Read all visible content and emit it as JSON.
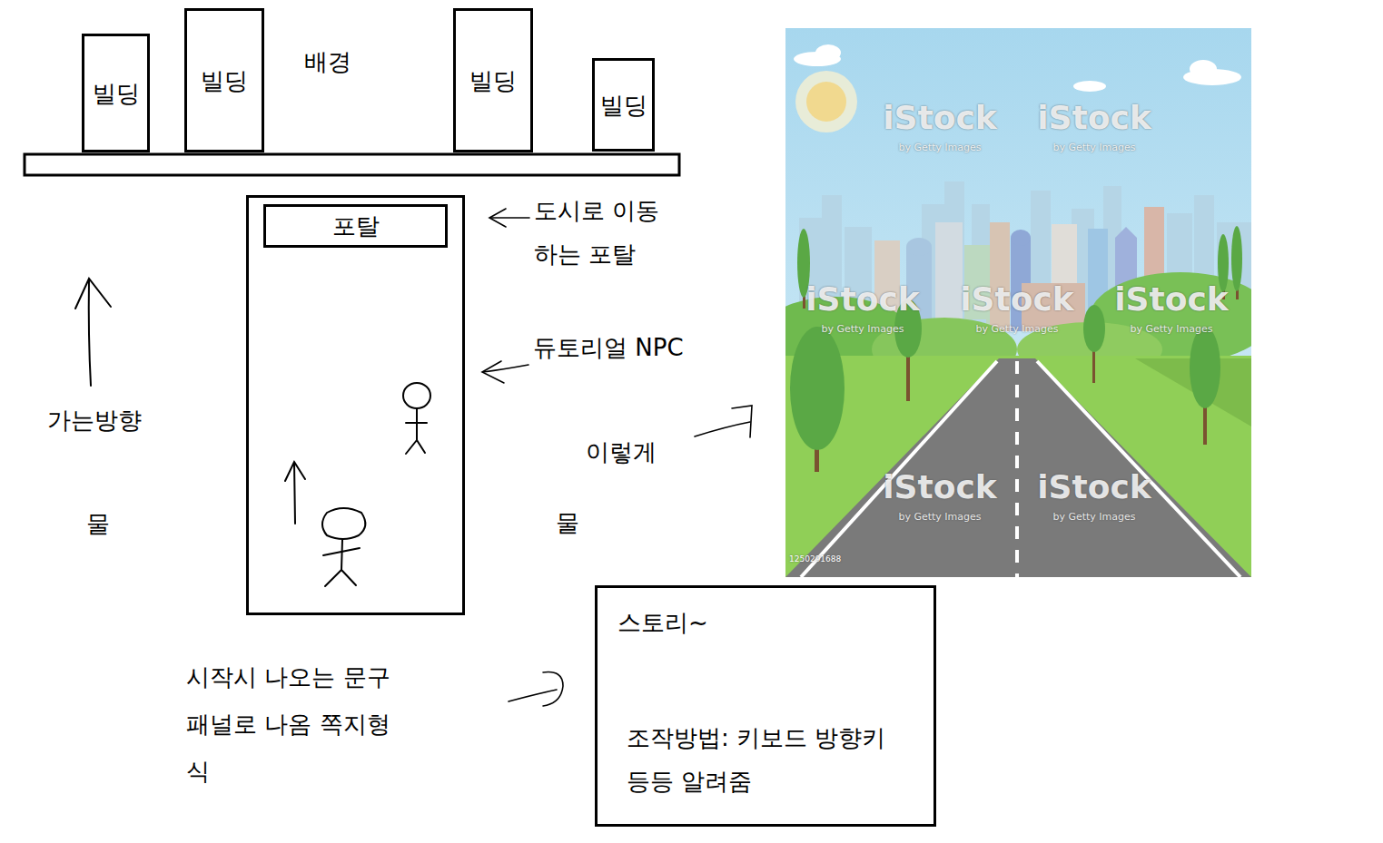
{
  "diagram": {
    "nodes": [
      {
        "text": [
          "빌딩"
        ]
      },
      {
        "text": [
          "빌딩"
        ]
      },
      {
        "text": [
          "빌딩"
        ]
      },
      {
        "text": [
          "빌딩"
        ]
      },
      {
        "text": []
      },
      {
        "text": [
          "포탈"
        ],
        "in": 4
      },
      {
        "text": [
          "스토리~",
          "조작방법: 키보드 방향키 등등 알려줌"
        ]
      }
    ],
    "labels": [
      "배경",
      "도시로 이동 하는 포탈",
      "듀토리얼 NPC",
      "가는방향",
      "물",
      "이렇게",
      "물",
      "시작시 나오는 문구 패널로 나옴 쪽지형식",
      "iStock",
      "by Getty Images",
      "iStock",
      "by Getty Images",
      "iStock",
      "by Getty Images",
      "iStock",
      "by Getty Images",
      "iStock",
      "by Getty Images",
      "iStock",
      "by Getty Images",
      "iStock",
      "by Getty Images",
      "1250291688"
    ]
  }
}
